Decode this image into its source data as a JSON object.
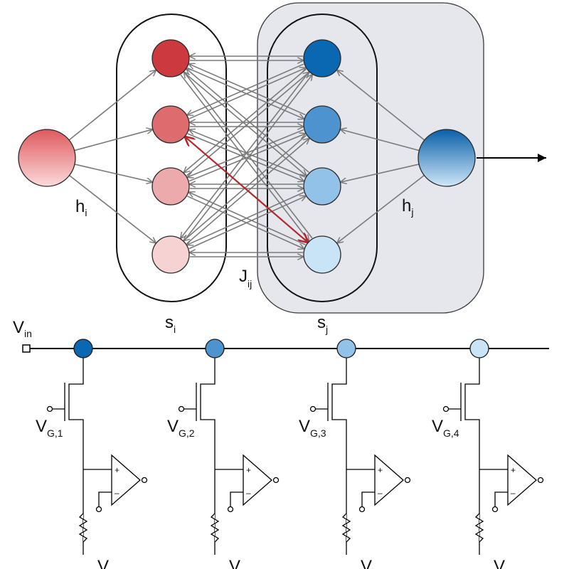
{
  "network": {
    "label_hi": {
      "main": "h",
      "sub": "i"
    },
    "label_hj": {
      "main": "h",
      "sub": "j"
    },
    "label_si": {
      "main": "s",
      "sub": "i"
    },
    "label_sj": {
      "main": "s",
      "sub": "j"
    },
    "label_Jij": {
      "main": "J",
      "sub": "ij"
    },
    "colors": {
      "left_nodes": [
        "#cc3a3f",
        "#de6c6f",
        "#ecaaad",
        "#f7d2d2"
      ],
      "right_nodes": [
        "#0a67b1",
        "#4d93cf",
        "#93c2e8",
        "#c9e4f7"
      ],
      "highlight_edge": "#b3262c",
      "edge": "#7a7a7a",
      "group_fill": "#e5e7ec"
    }
  },
  "circuit": {
    "vin": {
      "main": "V",
      "sub": "in"
    },
    "columns": [
      {
        "vg_main": "V",
        "vg_sub": "G,1",
        "node_color": "#0a67b1",
        "bottom_label": "V"
      },
      {
        "vg_main": "V",
        "vg_sub": "G,2",
        "node_color": "#4d93cf",
        "bottom_label": "V"
      },
      {
        "vg_main": "V",
        "vg_sub": "G,3",
        "node_color": "#93c2e8",
        "bottom_label": "V"
      },
      {
        "vg_main": "V",
        "vg_sub": "G,4",
        "node_color": "#c9e4f7",
        "bottom_label": "V"
      }
    ],
    "opamp_plus": "+",
    "opamp_minus": "–"
  }
}
